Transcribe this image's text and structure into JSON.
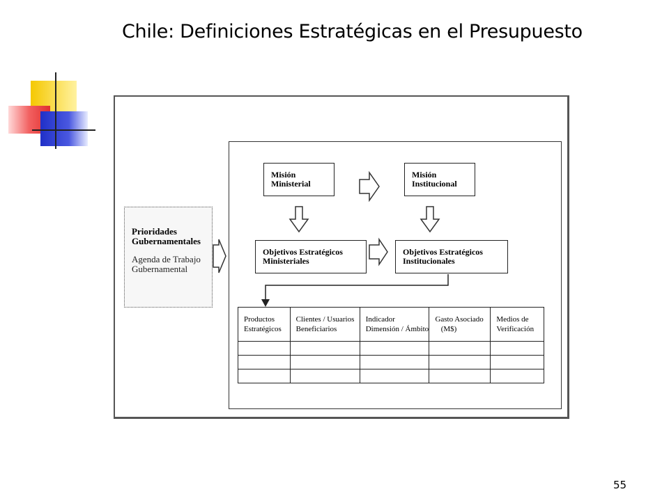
{
  "slide": {
    "title": "Chile: Definiciones Estratégicas en el Presupuesto",
    "page_number": "55"
  },
  "diagram": {
    "prioridades": {
      "title_line1": "Prioridades",
      "title_line2": "Gubernamentales",
      "sub_line1": "Agenda de Trabajo",
      "sub_line2": "Gubernamental"
    },
    "mision_ministerial": {
      "line1": "Misión",
      "line2": "Ministerial"
    },
    "mision_institucional": {
      "line1": "Misión",
      "line2": "Institucional"
    },
    "objetivos_ministeriales": {
      "line1": "Objetivos Estratégicos",
      "line2": "Ministeriales"
    },
    "objetivos_institucionales": {
      "line1": "Objetivos Estratégicos",
      "line2": "Institucionales"
    },
    "table": {
      "headers": [
        {
          "line1": "Productos",
          "line2": "Estratégicos"
        },
        {
          "line1": "Clientes / Usuarios",
          "line2": "Beneficiarios"
        },
        {
          "line1": "Indicador",
          "line2": "Dimensión / Ámbito"
        },
        {
          "line1": "Gasto Asociado",
          "line2": "(M$)"
        },
        {
          "line1": "Medios de",
          "line2": "Verificación"
        }
      ],
      "empty_rows": 3
    }
  },
  "colors": {
    "deco_yellow": "#f5cc00",
    "deco_red": "#f04848",
    "deco_blue": "#2c3cd0"
  }
}
